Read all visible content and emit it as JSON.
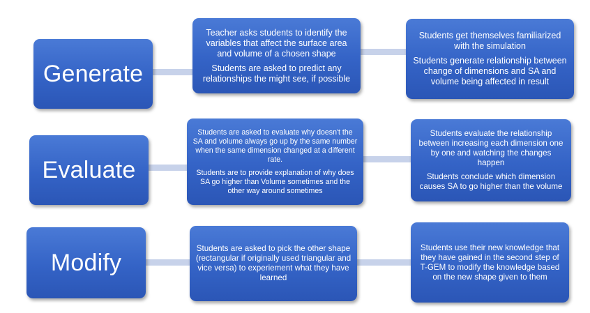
{
  "rows": [
    {
      "label": "Generate",
      "middle": [
        "Teacher asks students to identify the variables that affect the surface area and volume of a chosen shape",
        "Students are asked to predict any relationships the might see, if possible"
      ],
      "right": [
        "Students get themselves familiarized with the simulation",
        "Students generate relationship between change of dimensions and SA and volume being affected in result"
      ]
    },
    {
      "label": "Evaluate",
      "middle": [
        "Students are asked to evaluate why doesn't the SA and volume always go up by the same number when the same dimension changed at a different rate.",
        "Students are to provide explanation of why does SA go higher than Volume sometimes and the other way around sometimes"
      ],
      "right": [
        "Students evaluate the relationship between increasing each dimension one by one and watching the changes happen",
        "Students conclude which dimension causes SA to go higher than the volume"
      ]
    },
    {
      "label": "Modify",
      "middle": [
        "Students are asked to pick the other shape (rectangular if originally used triangular and vice versa) to experiement what they have learned"
      ],
      "right": [
        "Students use their new knowledge that they have gained in the second step of T-GEM to modify the knowledge based on the new shape given to them"
      ]
    }
  ],
  "colors": {
    "box": "#3463c6",
    "connector": "#c7d2ea",
    "text": "#ffffff"
  }
}
